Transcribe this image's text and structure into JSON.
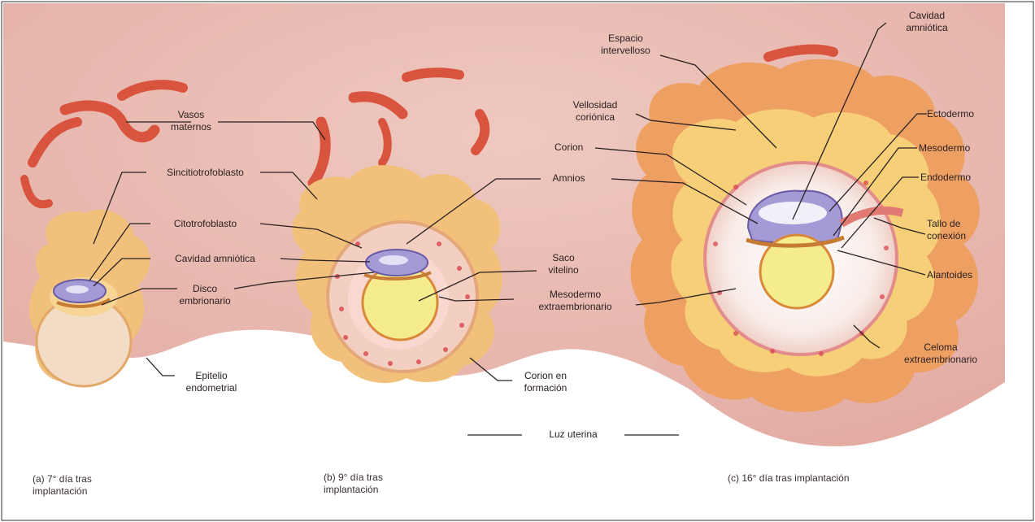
{
  "labels": {
    "vasos_maternos": "Vasos\nmaternos",
    "sincitiotrofoblasto": "Sincitiotrofoblasto",
    "citotrofoblasto": "Citotrofoblasto",
    "cavidad_amniotica_a": "Cavidad amniótica",
    "disco_embrionario": "Disco\nembrionario",
    "epitelio_endometrial": "Epitelio\nendometrial",
    "amnios": "Amnios",
    "saco_vitelino": "Saco\nvitelino",
    "mesodermo_extraembrionario": "Mesodermo\nextraembrionario",
    "corion_en_formacion": "Corion en\nformación",
    "luz_uterina": "Luz uterina",
    "espacio_intervelloso": "Espacio\nintervelloso",
    "vellosidad_corionica": "Vellosidad\ncoriónica",
    "corion": "Corion",
    "cavidad_amniotica_c": "Cavidad\namniótica",
    "ectodermo": "Ectodermo",
    "mesodermo": "Mesodermo",
    "endodermo": "Endodermo",
    "tallo_de_conexion": "Tallo de\nconexión",
    "alantoides": "Alantoides",
    "celoma_extraembrionario": "Celoma\nextraembrionario"
  },
  "captions": {
    "a": "(a) 7° día tras\n     implantación",
    "b": "(b) 9° día tras\n     implantación",
    "c": "(c) 16° día tras implantación"
  },
  "colors": {
    "endometrium": "#eac0b8",
    "vessel": "#d9543e",
    "trophoblast": "#f3c27a",
    "amnion": "#a49ad6",
    "yolk": "#f5ec8e",
    "blood": "#d8454c"
  }
}
